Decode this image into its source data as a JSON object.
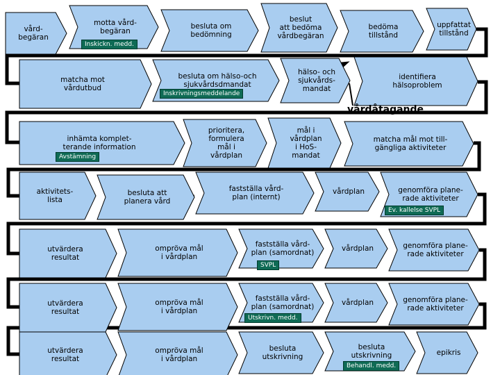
{
  "colors": {
    "box_fill": "#a9cdf0",
    "box_stroke": "#000000",
    "note_fill": "#0f6b55",
    "note_text": "#ffffff",
    "line": "#000000"
  },
  "rows": [
    {
      "id": "r1",
      "steps": [
        "vård-\nbegäran",
        "motta vård-\nbegäran",
        "besluta om\nbedömning",
        "beslut\natt bedöma\nvårdbegäran",
        "bedöma\ntillstånd",
        "uppfattat\ntillstånd"
      ],
      "notes": [
        "Inskickn. medd."
      ]
    },
    {
      "id": "r2",
      "steps": [
        "matcha mot\nvårdutbud",
        "besluta om hälso-och\nsjukvårdsdmandat",
        "hälso- och\nsjukvårds-\nmandat",
        "identifiera\nhälsoproblem"
      ],
      "notes": [
        "Inskrivningsmeddelande"
      ],
      "callout": "vårdåtagande"
    },
    {
      "id": "r3",
      "steps": [
        "inhämta komplet-\nterande information",
        "prioritera,\nformulera\nmål i\nvårdplan",
        "mål i\nvårdplan\ni HoS-\nmandat",
        "matcha mål mot till-\ngängliga aktiviteter"
      ],
      "notes": [
        "Avstämning"
      ]
    },
    {
      "id": "r4",
      "steps": [
        "aktivitets-\nlista",
        "besluta att\nplanera vård",
        "fastställa vård-\nplan (internt)",
        "vårdplan",
        "genomföra plane-\nrade aktiviteter"
      ],
      "notes": [
        "Ev. kallelse SVPL"
      ]
    },
    {
      "id": "r5",
      "steps": [
        "utvärdera\nresultat",
        "ompröva mål\ni vårdplan",
        "fastställa vård-\nplan (samordnat)",
        "vårdplan",
        "genomföra plane-\nrade aktiviteter"
      ],
      "notes": [
        "SVPL"
      ]
    },
    {
      "id": "r6",
      "steps": [
        "utvärdera\nresultat",
        "ompröva mål\ni vårdplan",
        "fastställa vård-\nplan (samordnat)",
        "vårdplan",
        "genomföra plane-\nrade aktiviteter"
      ],
      "notes": [
        "Utskrivn. medd."
      ]
    },
    {
      "id": "r7",
      "steps": [
        "utvärdera\nresultat",
        "ompröva mål\ni vårdplan",
        "besluta\nutskrivning",
        "besluta\nutskrivning",
        "epikris"
      ],
      "notes": [
        "Behandl. medd."
      ]
    }
  ]
}
